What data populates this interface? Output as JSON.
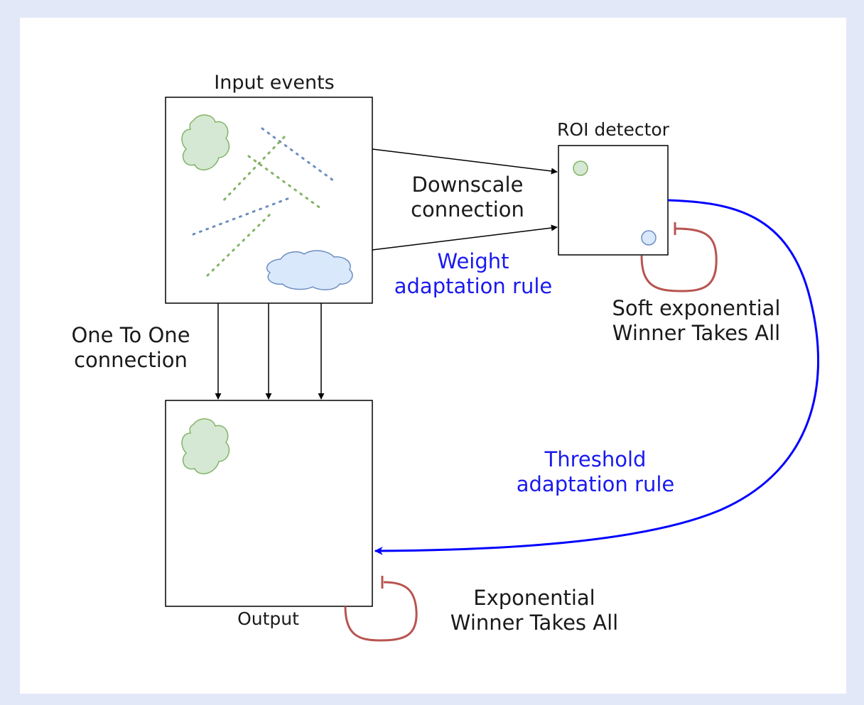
{
  "diagram": {
    "input_box": {
      "title": "Input events"
    },
    "roi_box": {
      "title": "ROI detector"
    },
    "output_box": {
      "title": "Output"
    },
    "downscale": {
      "line1": "Downscale",
      "line2": "connection"
    },
    "weight_rule": {
      "line1": "Weight",
      "line2": "adaptation rule"
    },
    "one_to_one": {
      "line1": "One To One",
      "line2": "connection"
    },
    "soft_wta": {
      "line1": "Soft exponential",
      "line2": "Winner Takes All"
    },
    "threshold_rule": {
      "line1": "Threshold",
      "line2": "adaptation rule"
    },
    "exp_wta": {
      "line1": "Exponential",
      "line2": "Winner Takes All"
    }
  },
  "colors": {
    "background": "#e3e8f9",
    "panel": "#ffffff",
    "blue_text": "#1a1aee",
    "green_fill": "#d5e8d4",
    "green_stroke": "#82b366",
    "blue_fill": "#dae8fc",
    "blue_stroke": "#6c8ebf",
    "inhibition": "#b85450",
    "feedback": "#0000ff"
  }
}
